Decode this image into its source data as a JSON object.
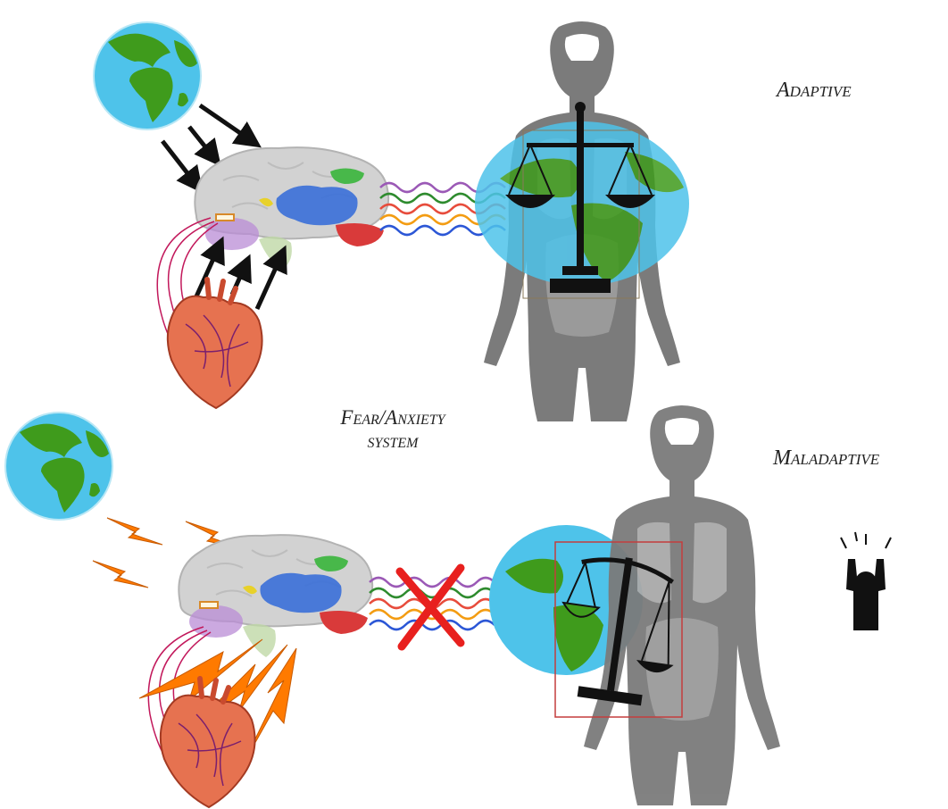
{
  "labels": {
    "adaptive": "Adaptive",
    "maladaptive": "Maladaptive",
    "fear_line1": "Fear/Anxiety",
    "fear_line2": "system"
  },
  "colors": {
    "ocean": "#4ec3ea",
    "land": "#3f9b1c",
    "brain": "#cfcfcf",
    "body": "#7b7b7b",
    "heart": "#e67250",
    "lightning": "#ff7a00",
    "cross": "#e8201e",
    "frame": "#c43d3d",
    "waves": [
      "#9b59b6",
      "#2e8b2e",
      "#e74c3c",
      "#f39c12",
      "#2c57d6"
    ]
  },
  "icons": [
    "globe-icon",
    "brain-icon",
    "heart-icon",
    "human-body-icon",
    "balance-scale-icon",
    "lightning-icon",
    "distressed-person-icon"
  ]
}
